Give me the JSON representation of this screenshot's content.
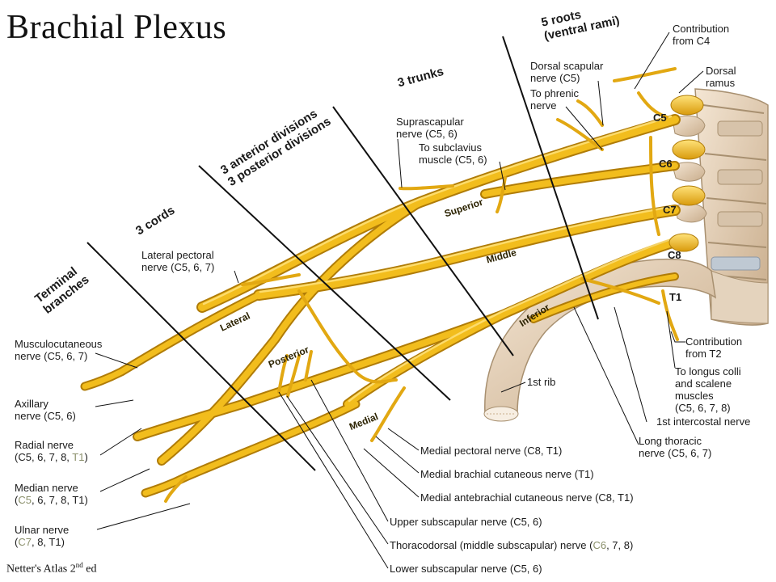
{
  "title": "Brachial Plexus",
  "credit": {
    "prefix": "Netter's Atlas  2",
    "sup": "nd",
    "suffix": " ed"
  },
  "headers": {
    "roots": "5 roots",
    "roots_sub": "(ventral rami)",
    "trunks": "3 trunks",
    "divisions_anterior": "3 anterior divisions",
    "divisions_posterior": "3 posterior divisions",
    "cords": "3 cords",
    "terminal": "Terminal",
    "terminal_sub": "branches"
  },
  "trunk_labels": {
    "superior": "Superior",
    "middle": "Middle",
    "inferior": "Inferior"
  },
  "cord_labels": {
    "lateral": "Lateral",
    "posterior": "Posterior",
    "medial": "Medial"
  },
  "root_labels": [
    "C5",
    "C6",
    "C7",
    "C8",
    "T1"
  ],
  "labels": {
    "contribution_c4_a": "Contribution",
    "contribution_c4_b": "from C4",
    "dorsal_ramus_a": "Dorsal",
    "dorsal_ramus_b": "ramus",
    "dorsal_scapular_a": "Dorsal scapular",
    "dorsal_scapular_b": "nerve (C5)",
    "phrenic_a": "To phrenic",
    "phrenic_b": "nerve",
    "suprascapular_a": "Suprascapular",
    "suprascapular_b": "nerve (C5, 6)",
    "subclavius_a": "To subclavius",
    "subclavius_b": "muscle (C5, 6)",
    "lateral_pectoral_a": "Lateral pectoral",
    "lateral_pectoral_b": "nerve (C5, 6, 7)",
    "musculocutaneous_a": "Musculocutaneous",
    "musculocutaneous_b": "nerve (C5, 6, 7)",
    "axillary_a": "Axillary",
    "axillary_b": "nerve (C5, 6)",
    "radial_a": "Radial nerve",
    "radial_b": "(C5, 6, 7, 8, ",
    "radial_b_hl": "T1",
    "radial_b_end": ")",
    "median_a": "Median nerve",
    "median_b_open": "(",
    "median_b_hl": "C5",
    "median_b_rest": ", 6, 7, 8, T1)",
    "ulnar_a": "Ulnar nerve",
    "ulnar_b_open": "(",
    "ulnar_b_hl": "C7",
    "ulnar_b_rest": ", 8, T1)",
    "first_rib": "1st rib",
    "contribution_t2_a": "Contribution",
    "contribution_t2_b": "from T2",
    "longus_a": "To longus colli",
    "longus_b": "and scalene",
    "longus_c": "muscles",
    "longus_d": "(C5, 6, 7, 8)",
    "first_intercostal": "1st intercostal nerve",
    "long_thoracic_a": "Long thoracic",
    "long_thoracic_b": "nerve (C5, 6, 7)",
    "medial_pectoral": "Medial pectoral nerve (C8, T1)",
    "medial_brachial": "Medial brachial cutaneous nerve (T1)",
    "medial_antebrachial": "Medial antebrachial cutaneous nerve (C8, T1)",
    "upper_subscapular": "Upper subscapular nerve (C5, 6)",
    "thoracodorsal_a": "Thoracodorsal (middle subscapular) nerve (",
    "thoracodorsal_hl": "C6",
    "thoracodorsal_b": ", 7, 8)",
    "lower_subscapular": "Lower subscapular nerve (C5, 6)"
  },
  "colors": {
    "nerve_fill": "#f2bd1d",
    "nerve_dark": "#b07c07",
    "nerve_light": "#ffe27a",
    "bone": "#ead8c3",
    "bone_dark": "#a89070",
    "leader": "#111111"
  }
}
